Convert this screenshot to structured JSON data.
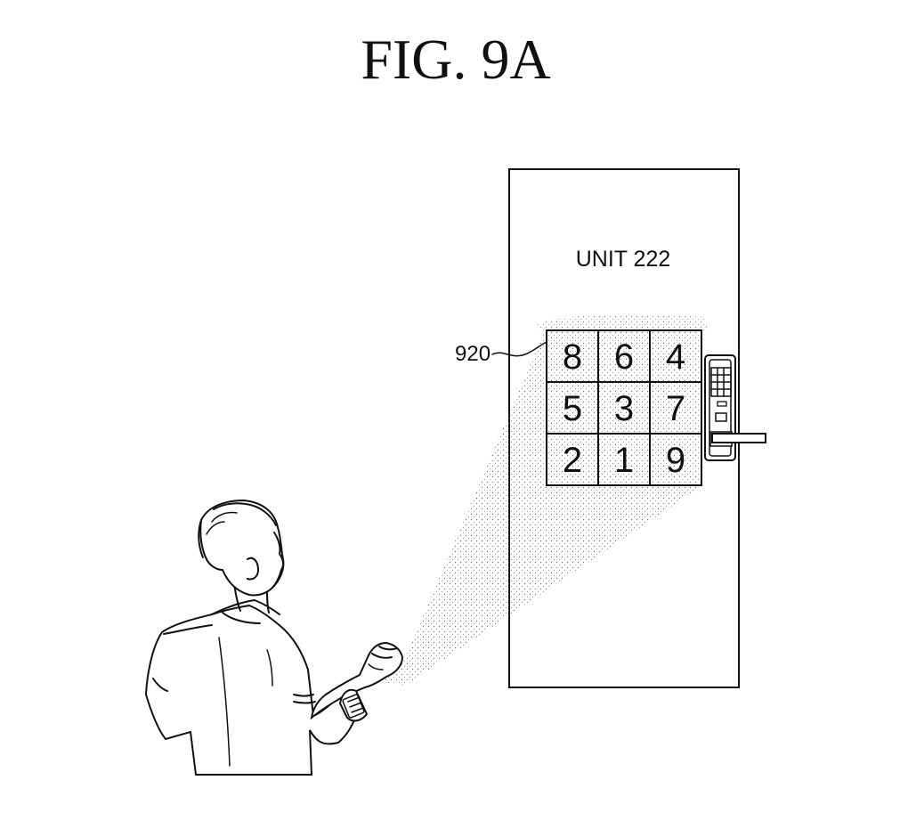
{
  "figure": {
    "title": "FIG.  9A"
  },
  "door": {
    "label": "UNIT 222"
  },
  "keypad": {
    "reference": "920",
    "rows": [
      [
        "8",
        "6",
        "4"
      ],
      [
        "5",
        "3",
        "7"
      ],
      [
        "2",
        "1",
        "9"
      ]
    ]
  }
}
